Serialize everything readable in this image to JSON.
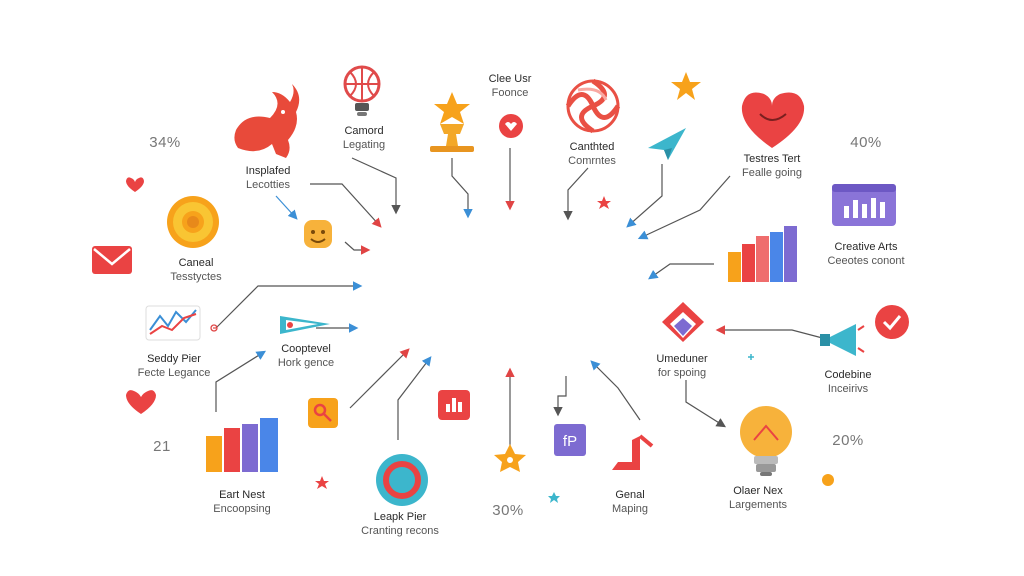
{
  "percentages": {
    "p34": "34%",
    "p40": "40%",
    "p21": "21",
    "p20": "20%",
    "p30": "30%"
  },
  "labels": {
    "clee_usr": {
      "line1": "Clee Usr",
      "line2": "Foonce"
    },
    "camord": {
      "line1": "Camord",
      "line2": "Legating"
    },
    "inplafed": {
      "line1": "Insplafed",
      "line2": "Lecotties"
    },
    "canthted": {
      "line1": "Canthted",
      "line2": "Comrntes"
    },
    "testres": {
      "line1": "Testres Tert",
      "line2": "Fealle going"
    },
    "creative_arts": {
      "line1": "Creative Arts",
      "line2": "Ceeotes conont"
    },
    "caneal": {
      "line1": "Caneal",
      "line2": "Tesstyctes"
    },
    "seddy_pier": {
      "line1": "Seddy Pier",
      "line2": "Fecte Legance"
    },
    "cooptevel": {
      "line1": "Cooptevel",
      "line2": "Hork gence"
    },
    "umeduner": {
      "line1": "Umeduner",
      "line2": "for spoing"
    },
    "codebine": {
      "line1": "Codebine",
      "line2": "Inceirivs"
    },
    "eart_nest": {
      "line1": "Eart Nest",
      "line2": "Encoopsing"
    },
    "leapk_pier": {
      "line1": "Leapk Pier",
      "line2": "Cranting recons"
    },
    "genal": {
      "line1": "Genal",
      "line2": "Maping"
    },
    "olaer_nex": {
      "line1": "Olaer Nex",
      "line2": "Largements"
    }
  },
  "icons": {
    "heart_large": "heart-icon",
    "bar_chart": "bar-chart-icon",
    "envelope": "envelope-icon",
    "lightbulb": "lightbulb-icon",
    "paper_plane": "paper-plane-icon",
    "star": "star-icon",
    "check_badge": "check-badge-icon",
    "megaphone": "megaphone-icon",
    "balloon": "globe-lightbulb-icon",
    "trophy": "trophy-star-icon",
    "swirl": "candy-swirl-icon",
    "sunflower": "sun-badge-icon",
    "line_chart": "line-chart-icon",
    "dragon": "dragon-icon",
    "face": "smiley-face-icon",
    "ring": "donut-ring-icon",
    "search": "magnifier-icon",
    "music": "music-note-icon",
    "diamond": "layered-diamond-icon"
  },
  "colors": {
    "red": "#ef4747",
    "orange": "#f7a21b",
    "yellow": "#f9c533",
    "blue": "#4a86e8",
    "purple": "#7d6bd1",
    "teal": "#3cb6cc",
    "gray_arrow": "#666666"
  }
}
